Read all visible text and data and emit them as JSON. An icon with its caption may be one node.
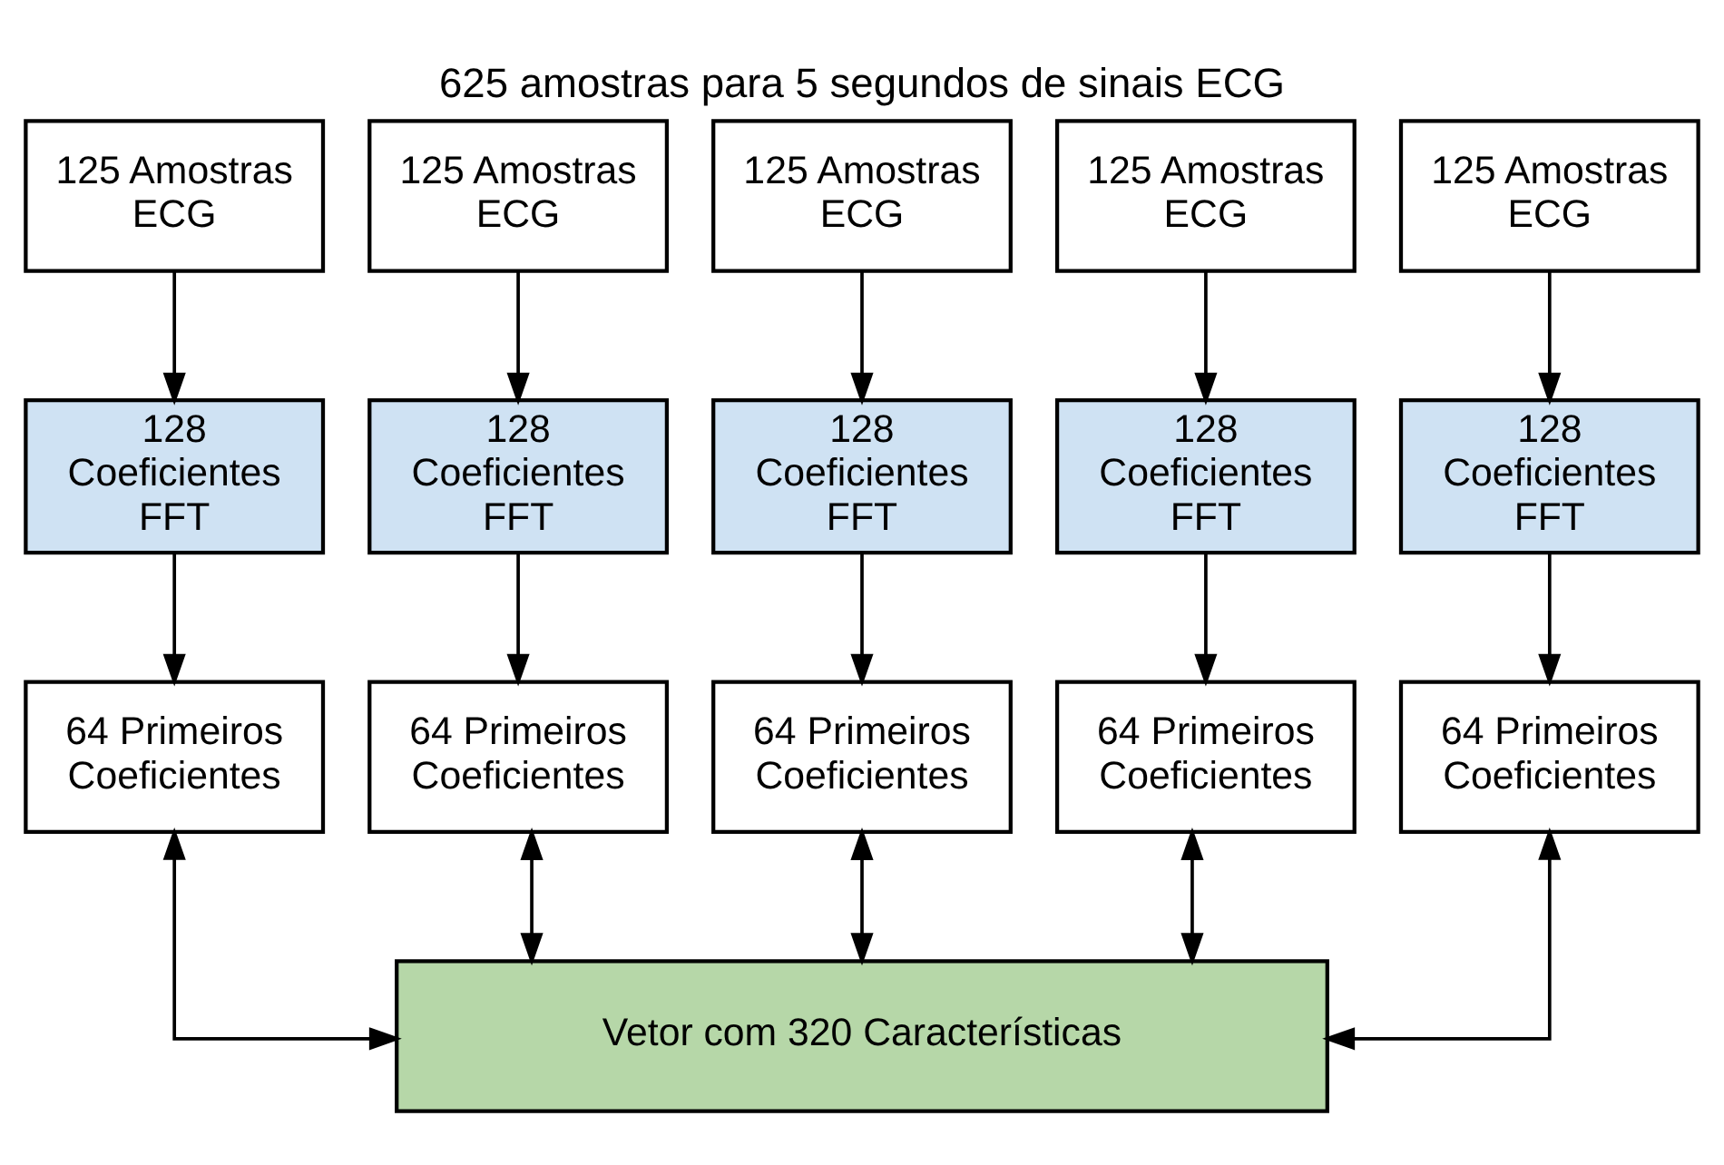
{
  "diagram": {
    "title": "625 amostras para 5 segundos de sinais ECG",
    "nodes": [
      {
        "text": [
          "125 Amostras ECG"
        ]
      },
      {
        "text": [
          "125 Amostras ECG"
        ]
      },
      {
        "text": [
          "125 Amostras ECG"
        ]
      },
      {
        "text": [
          "125 Amostras ECG"
        ]
      },
      {
        "text": [
          "125 Amostras ECG"
        ]
      },
      {
        "text": [
          "128 Coeficientes FFT"
        ]
      },
      {
        "text": [
          "128 Coeficientes FFT"
        ]
      },
      {
        "text": [
          "128 Coeficientes FFT"
        ]
      },
      {
        "text": [
          "128 Coeficientes FFT"
        ]
      },
      {
        "text": [
          "128 Coeficientes FFT"
        ]
      },
      {
        "text": [
          "64 Primeiros Coeficientes"
        ]
      },
      {
        "text": [
          "64 Primeiros Coeficientes"
        ]
      },
      {
        "text": [
          "64 Primeiros Coeficientes"
        ]
      },
      {
        "text": [
          "64 Primeiros Coeficientes"
        ]
      },
      {
        "text": [
          "64 Primeiros Coeficientes"
        ]
      },
      {
        "text": [
          "Vetor com 320 Características"
        ]
      }
    ],
    "edges": [
      {
        "from": 0,
        "to": 5,
        "arrow": "to"
      },
      {
        "from": 1,
        "to": 6,
        "arrow": "to"
      },
      {
        "from": 2,
        "to": 7,
        "arrow": "to"
      },
      {
        "from": 3,
        "to": 8,
        "arrow": "to"
      },
      {
        "from": 4,
        "to": 9,
        "arrow": "to"
      },
      {
        "from": 5,
        "to": 10,
        "arrow": "to"
      },
      {
        "from": 6,
        "to": 11,
        "arrow": "to"
      },
      {
        "from": 7,
        "to": 12,
        "arrow": "to"
      },
      {
        "from": 8,
        "to": 13,
        "arrow": "to"
      },
      {
        "from": 9,
        "to": 14,
        "arrow": "to"
      },
      {
        "from": 15,
        "to": 10,
        "arrow": "both"
      },
      {
        "from": 15,
        "to": 11,
        "arrow": "both"
      },
      {
        "from": 15,
        "to": 12,
        "arrow": "both"
      },
      {
        "from": 15,
        "to": 13,
        "arrow": "both"
      },
      {
        "from": 15,
        "to": 14,
        "arrow": "both"
      }
    ]
  }
}
